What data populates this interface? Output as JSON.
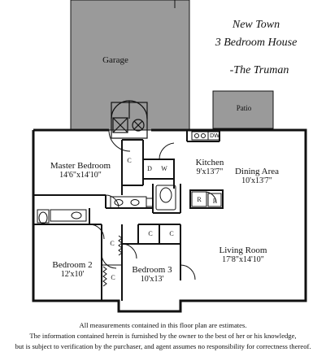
{
  "title": {
    "line1": "New Town",
    "line2": "3 Bedroom House",
    "line3": "-The Truman"
  },
  "rooms": {
    "garage": {
      "name": "Garage"
    },
    "patio": {
      "name": "Patio"
    },
    "master_bedroom": {
      "name": "Master Bedroom",
      "dims": "14'6\"x14'10\""
    },
    "kitchen": {
      "name": "Kitchen",
      "dims": "9'x13'7\""
    },
    "dining_area": {
      "name": "Dining Area",
      "dims": "10'x13'7\""
    },
    "living_room": {
      "name": "Living Room",
      "dims": "17'8\"x14'10\""
    },
    "bedroom2": {
      "name": "Bedroom 2",
      "dims": "12'x10'"
    },
    "bedroom3": {
      "name": "Bedroom 3",
      "dims": "10'x13'"
    }
  },
  "fixtures": {
    "closet": "C",
    "dryer": "D",
    "washer": "W",
    "dishwasher": "DW",
    "range": "R",
    "pantry": "P"
  },
  "footer": {
    "line1": "All measurements contained in this floor plan are estimates.",
    "line2": "The information contained herein is furnished by the owner to the best of her or his knowledge,",
    "line3": "but is subject to verification by the purchaser, and agent assumes no responsibility for correctness thereof."
  },
  "colors": {
    "garage_fill": "#9a9a9a",
    "patio_fill": "#9a9a9a",
    "wall": "#111111"
  }
}
